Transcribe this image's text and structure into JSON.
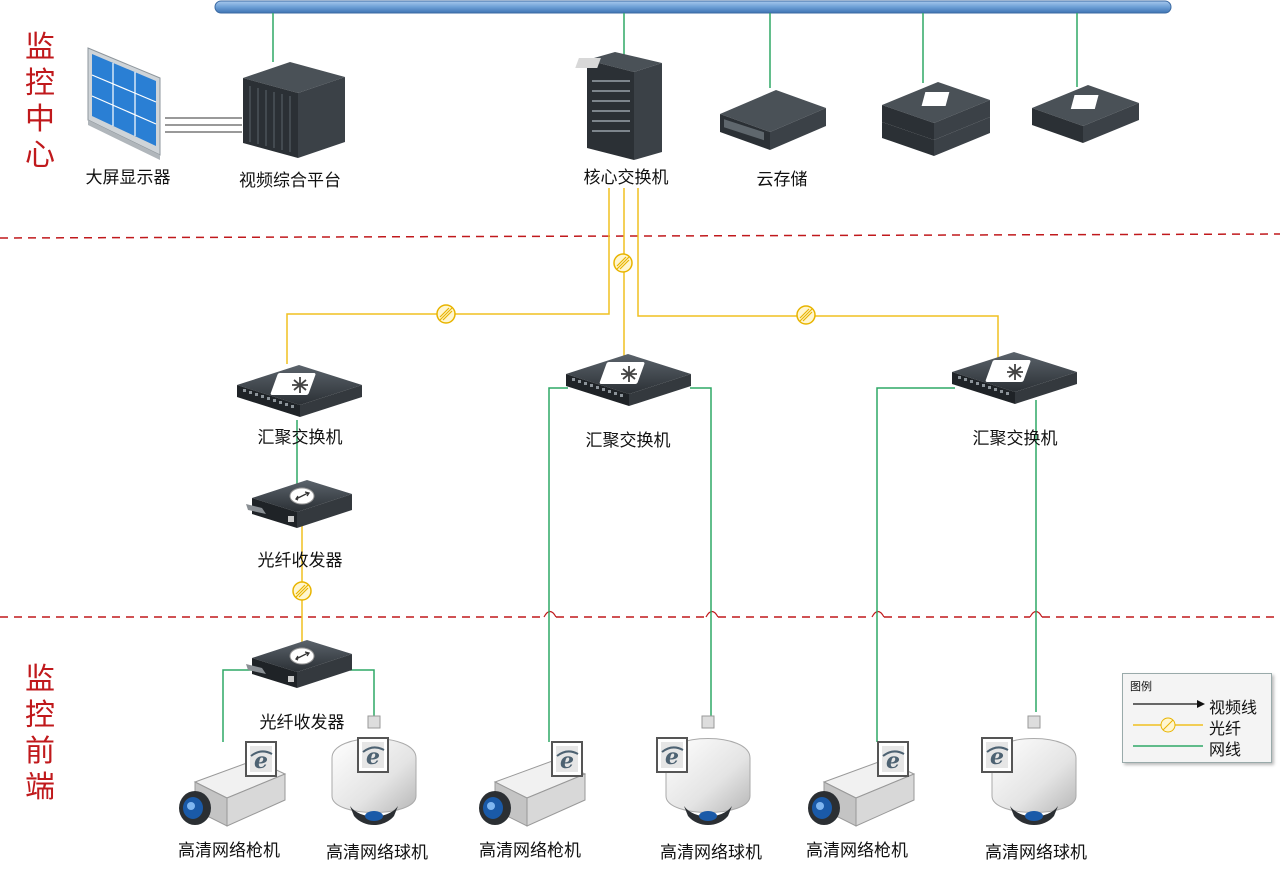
{
  "zones": {
    "center": [
      "监",
      "控",
      "中",
      "心"
    ],
    "front": [
      "监",
      "控",
      "前",
      "端"
    ]
  },
  "labels": {
    "big_screen": "大屏显示器",
    "video_platform": "视频综合平台",
    "core_switch": "核心交换机",
    "cloud_storage": "云存储",
    "agg_switch_1": "汇聚交换机",
    "agg_switch_2": "汇聚交换机",
    "agg_switch_3": "汇聚交换机",
    "fiber_transceiver_upper": "光纤收发器",
    "fiber_transceiver_lower": "光纤收发器",
    "cam_1": "高清网络枪机",
    "cam_2": "高清网络球机",
    "cam_3": "高清网络枪机",
    "cam_4": "高清网络球机",
    "cam_5": "高清网络枪机",
    "cam_6": "高清网络球机"
  },
  "legend": {
    "title": "图例",
    "video_line": "视频线",
    "fiber": "光纤",
    "network_line": "网线"
  },
  "colors": {
    "zone_text": "#c0191c",
    "divider": "#c0191c",
    "network_line": "#2fa866",
    "fiber_line": "#f0c020",
    "backbone": "#6d9fd6",
    "device_dark": "#2e3338"
  }
}
